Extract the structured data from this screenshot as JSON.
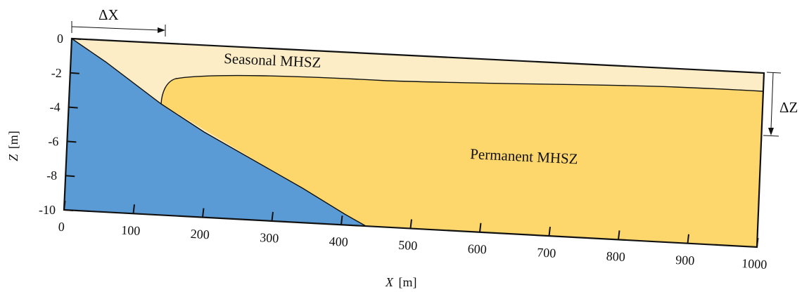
{
  "axes": {
    "x": {
      "title_var": "X",
      "title_unit": "[m]",
      "ticks": [
        "0",
        "100",
        "200",
        "300",
        "400",
        "500",
        "600",
        "700",
        "800",
        "900",
        "1000"
      ]
    },
    "y": {
      "title_var": "Z",
      "title_unit": "[m]",
      "ticks": [
        "0",
        "-2",
        "-4",
        "-6",
        "-8",
        "-10"
      ]
    }
  },
  "zones": {
    "seasonal_label": "Seasonal MHSZ",
    "permanent_label": "Permanent MHSZ"
  },
  "annotations": {
    "delta_x": "ΔX",
    "delta_z": "ΔZ"
  },
  "colors": {
    "seasonal": "#FCEDC7",
    "permanent": "#FDD76C",
    "bedrock": "#5B9BD5",
    "outline": "#111111"
  }
}
